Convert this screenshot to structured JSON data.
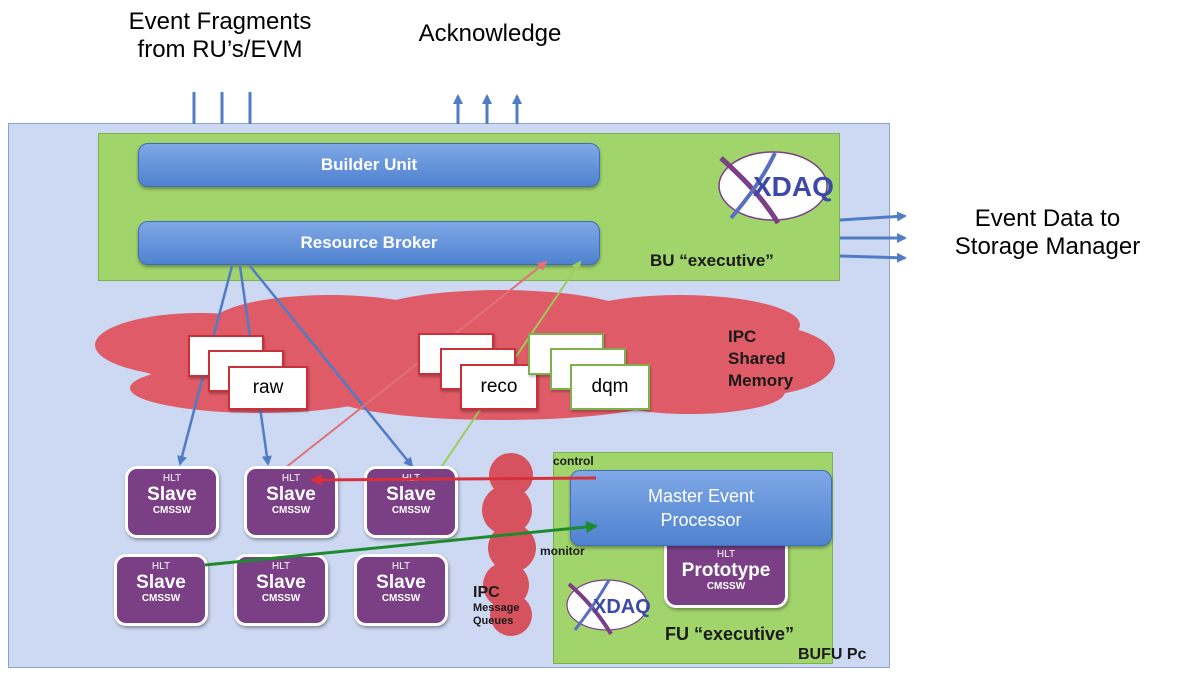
{
  "labels": {
    "event_fragments_line1": "Event Fragments",
    "event_fragments_line2": "from RU’s/EVM",
    "acknowledge": "Acknowledge",
    "event_data_line1": "Event Data to",
    "event_data_line2": "Storage Manager",
    "builder_unit": "Builder Unit",
    "resource_broker": "Resource Broker",
    "bu_executive": "BU “executive”",
    "ipc_shared_line1": "IPC",
    "ipc_shared_line2": "Shared",
    "ipc_shared_line3": "Memory",
    "raw": "raw",
    "reco": "reco",
    "dqm": "dqm",
    "control": "control",
    "monitor": "monitor",
    "master_line1": "Master Event",
    "master_line2": "Processor",
    "prototype_hlt": "HLT",
    "prototype_main": "Prototype",
    "prototype_sub": "CMSSW",
    "ipc_queue_line1": "IPC",
    "ipc_queue_line2": "Message",
    "ipc_queue_line3": "Queues",
    "fu_executive": "FU “executive”",
    "bufu_pc": "BUFU Pc",
    "xdaq": "XDAQ"
  },
  "slaves": [
    {
      "hlt": "HLT",
      "name": "Slave",
      "sub": "CMSSW"
    },
    {
      "hlt": "HLT",
      "name": "Slave",
      "sub": "CMSSW"
    },
    {
      "hlt": "HLT",
      "name": "Slave",
      "sub": "CMSSW"
    },
    {
      "hlt": "HLT",
      "name": "Slave",
      "sub": "CMSSW"
    },
    {
      "hlt": "HLT",
      "name": "Slave",
      "sub": "CMSSW"
    },
    {
      "hlt": "HLT",
      "name": "Slave",
      "sub": "CMSSW"
    }
  ],
  "colors": {
    "pc_background": "#cdd9f2",
    "executive_green": "#a2d46c",
    "component_blue": "#4f82d0",
    "slave_purple": "#7b3f86",
    "ipc_red": "#e0515c",
    "arrow_red": "#d8303a",
    "arrow_green": "#1e8a2e",
    "arrow_lightgreen": "#9ccc5a"
  }
}
